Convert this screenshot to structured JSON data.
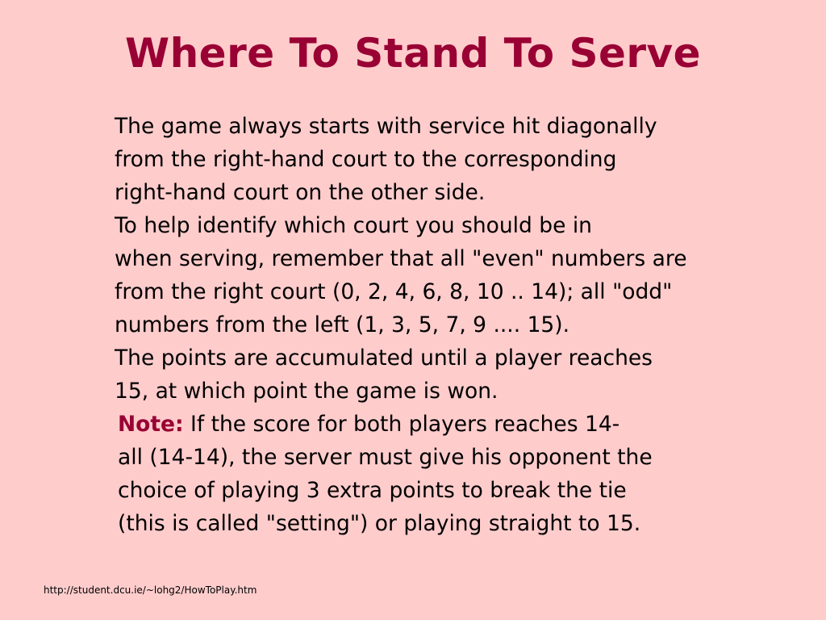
{
  "slide": {
    "title": "Where To Stand To Serve",
    "paragraphs": [
      {
        "lines": [
          "The game always starts with service hit diagonally",
          "from the right-hand court to the corresponding",
          "right-hand court on the other side."
        ]
      },
      {
        "lines": [
          "To help identify which court you should be in",
          "when serving, remember that all \"even\" numbers are",
          "from the right court (0, 2, 4, 6, 8, 10 .. 14); all \"odd\"",
          "numbers from the left (1, 3, 5, 7, 9 .... 15)."
        ]
      },
      {
        "lines": [
          "The points are accumulated until a player reaches",
          "15, at which point the game is won."
        ]
      }
    ],
    "note": {
      "label": "Note:",
      "first_line": " If the score for both players reaches 14-",
      "lines": [
        "all (14-14), the server must give his opponent the",
        "choice of playing 3 extra points to break the tie",
        "(this is called \"setting\") or playing straight to 15."
      ]
    },
    "footer_url": "http://student.dcu.ie/~lohg2/HowToPlay.htm"
  },
  "colors": {
    "background": "#ffcccc",
    "title": "#990033",
    "note_label": "#990033",
    "body_text": "#000000"
  }
}
